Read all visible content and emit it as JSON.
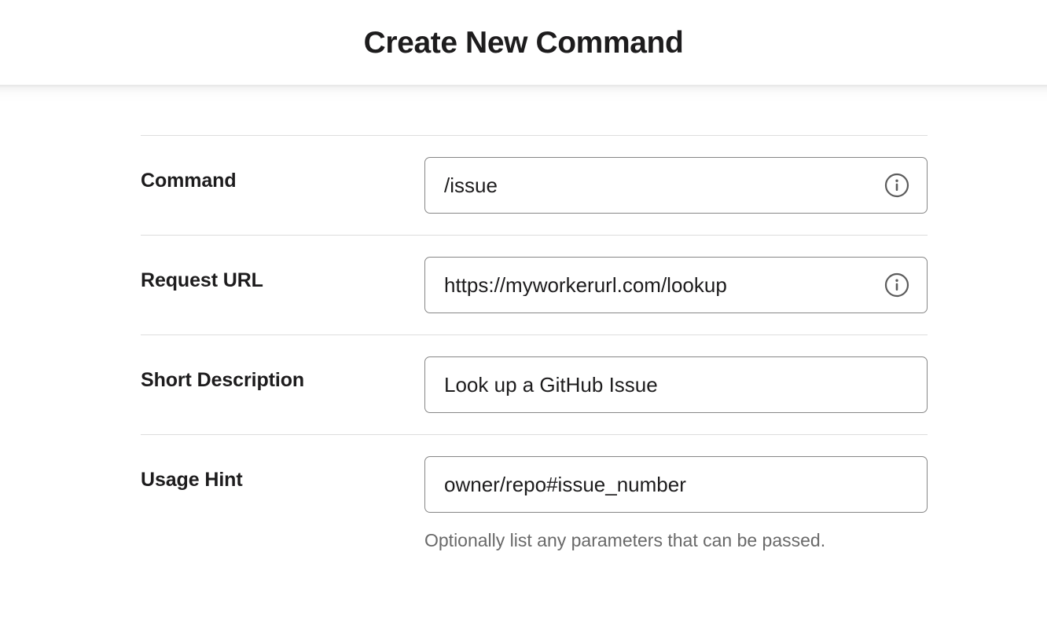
{
  "header": {
    "title": "Create New Command"
  },
  "form": {
    "rows": [
      {
        "label": "Command",
        "value": "/issue",
        "placeholder": "",
        "has_info_icon": true,
        "info_icon": "info-circle-icon",
        "help": ""
      },
      {
        "label": "Request URL",
        "value": "https://myworkerurl.com/lookup",
        "placeholder": "",
        "has_info_icon": true,
        "info_icon": "info-circle-icon",
        "help": ""
      },
      {
        "label": "Short Description",
        "value": "Look up a GitHub Issue",
        "placeholder": "",
        "has_info_icon": false,
        "info_icon": "",
        "help": ""
      },
      {
        "label": "Usage Hint",
        "value": "owner/repo#issue_number",
        "placeholder": "",
        "has_info_icon": false,
        "info_icon": "",
        "help": "Optionally list any parameters that can be passed."
      }
    ]
  },
  "colors": {
    "text_primary": "#1d1c1d",
    "text_muted": "#696969",
    "input_border": "#868686",
    "divider": "#dddddd",
    "background": "#ffffff"
  }
}
